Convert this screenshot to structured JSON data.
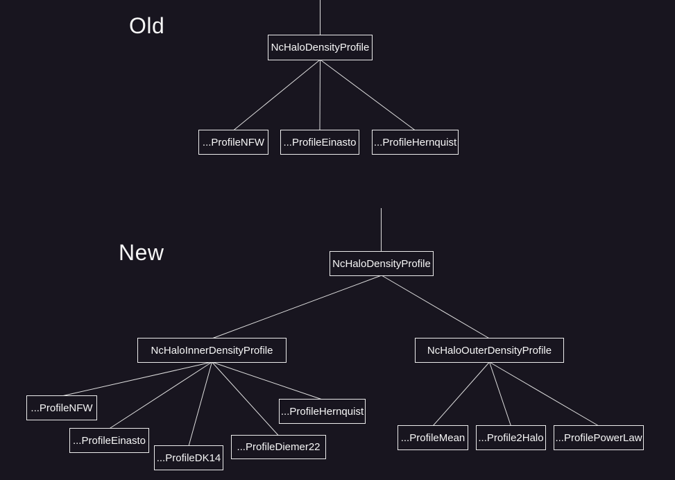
{
  "colors": {
    "background": "#18151f",
    "node_border": "#ededed",
    "edge": "#e0e0e0",
    "text": "#f6f6f6"
  },
  "old_tree": {
    "section_label": "Old",
    "root": "NcHaloDensityProfile",
    "children": {
      "nfw": "...ProfileNFW",
      "einasto": "...ProfileEinasto",
      "hernquist": "...ProfileHernquist"
    }
  },
  "new_tree": {
    "section_label": "New",
    "root": "NcHaloDensityProfile",
    "inner": {
      "label": "NcHaloInnerDensityProfile",
      "children": {
        "nfw": "...ProfileNFW",
        "einasto": "...ProfileEinasto",
        "dk14": "...ProfileDK14",
        "diemer22": "...ProfileDiemer22",
        "hernquist": "...ProfileHernquist"
      }
    },
    "outer": {
      "label": "NcHaloOuterDensityProfile",
      "children": {
        "mean": "...ProfileMean",
        "halo2": "...Profile2Halo",
        "powerlaw": "...ProfilePowerLaw"
      }
    }
  }
}
